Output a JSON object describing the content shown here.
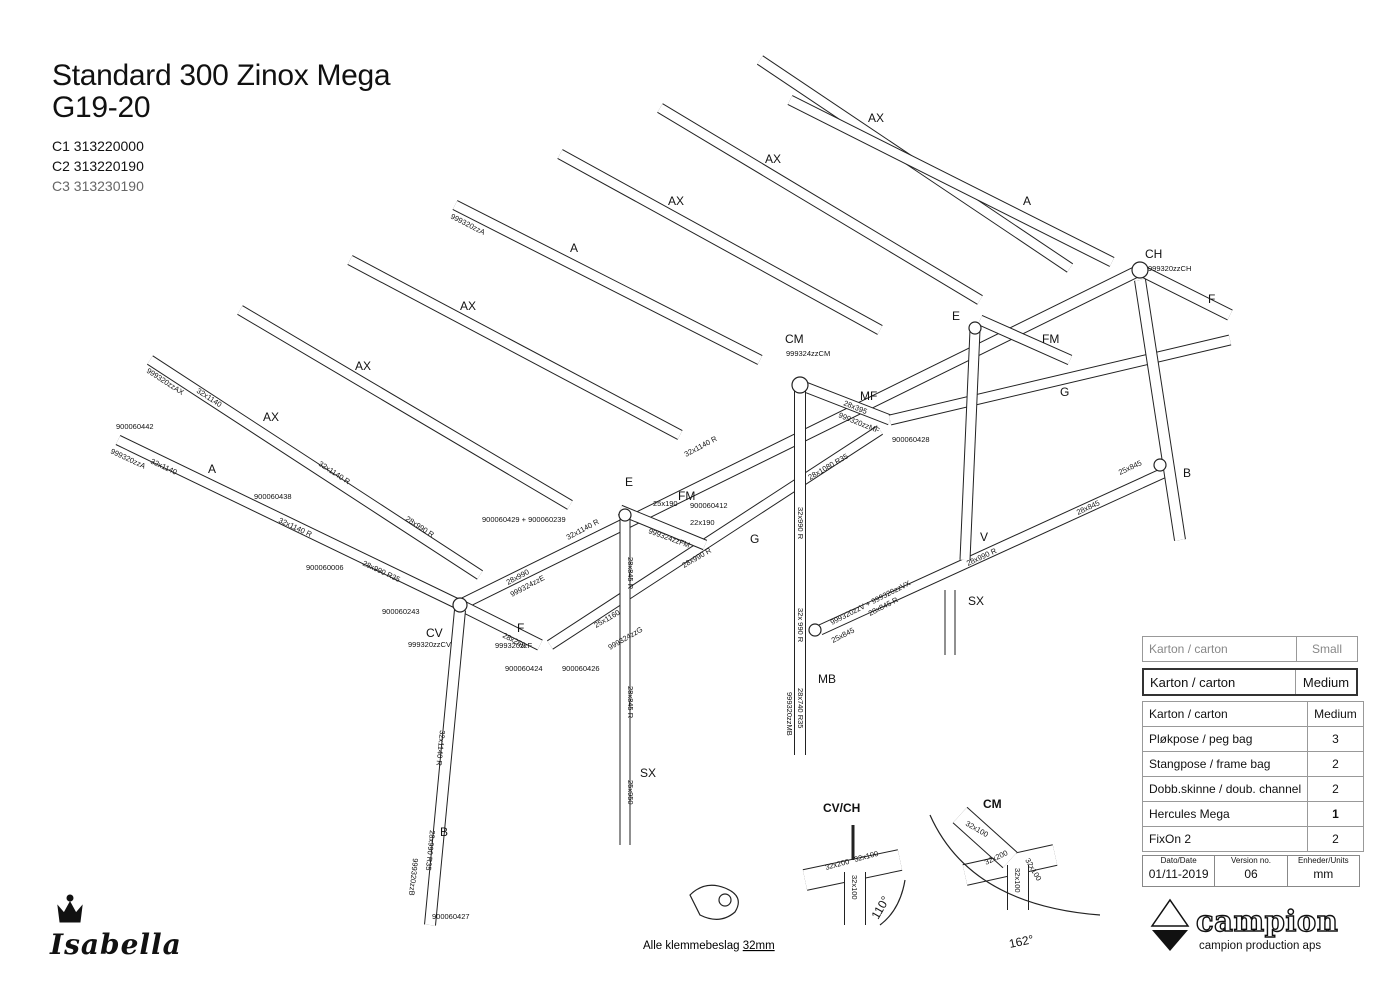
{
  "header": {
    "title_line1": "Standard 300 Zinox Mega",
    "title_line2": "G19-20",
    "codes": [
      "C1 313220000",
      "C2 313220190",
      "C3 313230190"
    ]
  },
  "diagram": {
    "labels": {
      "ax1": "AX",
      "ax2": "AX",
      "ax3": "AX",
      "ax4": "AX",
      "ax5": "AX",
      "ax6": "AX",
      "a1": "A",
      "a2": "A",
      "a3": "A",
      "ch": "CH",
      "f_right": "F",
      "e_top": "E",
      "fm_top": "FM",
      "cm": "CM",
      "mf": "MF",
      "g_top": "G",
      "b_right": "B",
      "e_mid": "E",
      "fm_mid": "FM",
      "g_mid": "G",
      "v": "V",
      "sx_right": "SX",
      "cv": "CV",
      "f_left": "F",
      "mb": "MB",
      "sx_mid": "SX",
      "b_left": "B"
    },
    "parts": {
      "p999320zzA_top": "999320zzA",
      "p999320zzAX": "999320zzAX",
      "p32x1140_a": "32x1140",
      "p900060442": "900060442",
      "p999320zzA_left": "999320zzA",
      "p32x1140_b": "32x1140",
      "p900060438": "900060438",
      "p32x1140R_a": "32x1140 R",
      "p32x1140R_b": "32x1140 R",
      "p28x990R_a": "28x990 R",
      "p900060006": "900060006",
      "p28x990R35_a": "28x990 R35",
      "p900060243": "900060243",
      "p999320zzCV": "999320zzCV",
      "p28x259": "28x259",
      "p999320zzF": "999320zzF",
      "p900060424": "900060424",
      "p900060426": "900060426",
      "p28x990_b": "28x990",
      "p999324zzE": "999324zzE",
      "p900060429": "900060429 + 900060239",
      "p32x1140R_c": "32x1140 R",
      "p32x1140R_d": "32x1140 R",
      "p999324zzCM": "999324zzCM",
      "p28x395": "28x395",
      "p999320zzMF": "999320zzMF",
      "p900060428": "900060428",
      "p999320zzCH": "999320zzCH",
      "p28x1080R35": "28x1080 R35",
      "p25x190": "25x190",
      "p900060412": "900060412",
      "p22x190": "22x190",
      "p999324zzFM": "999324zzFM",
      "p28x990R_g": "28x990 R",
      "p25x1160": "25x1160",
      "p999324zzG": "999324zzG",
      "p28x845R_a": "28x845 R",
      "p28x845R_b": "28x845 R",
      "p25x950": "25x950",
      "p32x990R_a": "32x990 R",
      "p32x990R_b": "32x 990 R",
      "p28x740R35": "28x740 R35",
      "p999320zzMB": "999320zzMB",
      "p999320zzV": "999320zzV + 999320zzVX",
      "p28x845R_c": "28x845 R",
      "p25x845_a": "25x845",
      "p28x990R_v": "28x990 R",
      "p28x845_r": "28x845",
      "p25x845_b": "25x845",
      "p32x1140R_e": "32x1140 R",
      "p28x990R35_b": "28x990 R35",
      "p999320zzB": "999320zzB",
      "p900060427": "900060427"
    },
    "details": {
      "cvch_title": "CV/CH",
      "cvch_a": "32x200",
      "cvch_b": "32x100",
      "cvch_c": "32x100",
      "cvch_angle": "110°",
      "cm_title": "CM",
      "cm_a": "32x100",
      "cm_b": "32x200",
      "cm_c": "32x100",
      "cm_d": "32x100",
      "cm_angle": "162°"
    }
  },
  "clamp_note": {
    "text": "Alle klemmebeslag ",
    "size": "32mm"
  },
  "cartons": {
    "small": {
      "label": "Karton / carton",
      "value": "Small"
    },
    "medium": {
      "label": "Karton / carton",
      "value": "Medium"
    }
  },
  "contents": {
    "header": {
      "label": "Karton / carton",
      "value": "Medium"
    },
    "rows": [
      {
        "label": "Pløkpose / peg bag",
        "value": "3"
      },
      {
        "label": "Stangpose / frame bag",
        "value": "2"
      },
      {
        "label": "Dobb.skinne / doub. channel",
        "value": "2"
      },
      {
        "label": "Hercules Mega",
        "value": "1"
      },
      {
        "label": "FixOn 2",
        "value": "2"
      }
    ]
  },
  "footer": {
    "date_label": "Dato/Date",
    "date_value": "01/11-2019",
    "version_label": "Version no.",
    "version_value": "06",
    "units_label": "Enheder/Units",
    "units_value": "mm"
  },
  "brand": {
    "isabella": "Isabella",
    "campion": "campion",
    "campion_sub": "campion production aps"
  }
}
